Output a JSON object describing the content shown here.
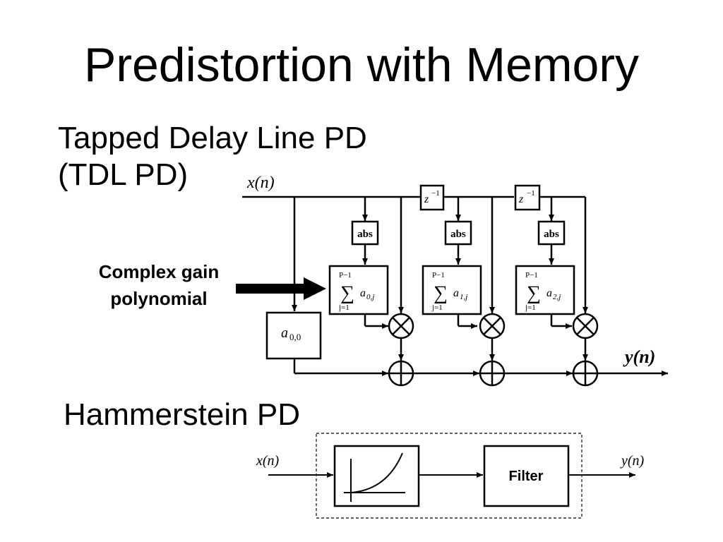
{
  "title": "Predistortion with Memory",
  "tdl": {
    "heading_line1": "Tapped Delay Line PD",
    "heading_line2": "(TDL PD)",
    "callout_line1": "Complex gain",
    "callout_line2": "polynomial",
    "input_label": "x(n)",
    "output_label": "y(n)",
    "delay_label": "z",
    "delay_exp": "−1",
    "abs_label": "abs",
    "sum_upper": "P−1",
    "sum_lower": "j=1",
    "coef_a": "a",
    "coef_subscripts": [
      "0,j",
      "1,j",
      "2,j"
    ],
    "const_subscript": "0,0",
    "multiply_symbol": "⊗",
    "add_symbol": "⊕"
  },
  "hammerstein": {
    "heading": "Hammerstein PD",
    "input_label": "x(n)",
    "output_label": "y(n)",
    "filter_label": "Filter"
  }
}
